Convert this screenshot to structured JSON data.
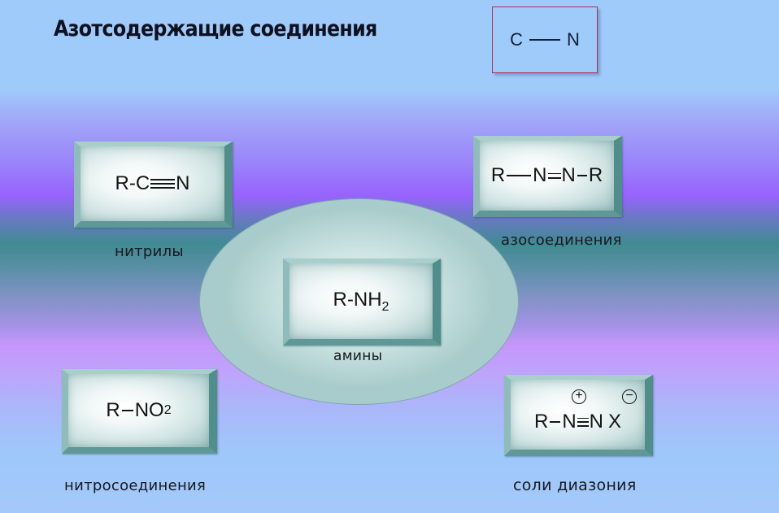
{
  "title": "Азотсодержащие соединения",
  "bond_legend": {
    "left_atom": "C",
    "right_atom": "N",
    "bond": "single"
  },
  "groups": {
    "nitriles": {
      "formula_r": "R-C",
      "formula_n": "N",
      "bond": "triple",
      "label": "нитрилы"
    },
    "azo": {
      "r1": "R",
      "n1": "N",
      "n2": "N",
      "r2": "R",
      "bond": "double",
      "label": "азосоединения"
    },
    "amines": {
      "formula": "R-NH",
      "subscript": "2",
      "label": "амины"
    },
    "nitro": {
      "r": "R",
      "formula": "NO",
      "subscript": "2",
      "label": "нитросоединения"
    },
    "diazonium": {
      "r": "R",
      "n1": "N",
      "n2": "N",
      "anion": "X",
      "charge_pos": "+",
      "charge_neg": "−",
      "bond": "triple",
      "label": "соли диазония"
    }
  },
  "colors": {
    "background_top": "#9ecbf9",
    "background_violet": "#9863fe",
    "background_teal": "#408b92",
    "background_pink": "#c597fb",
    "box_border_dark": "#4f8e8b",
    "bond_box_border": "#b13256",
    "ellipse_fill": "#a8cccb"
  }
}
